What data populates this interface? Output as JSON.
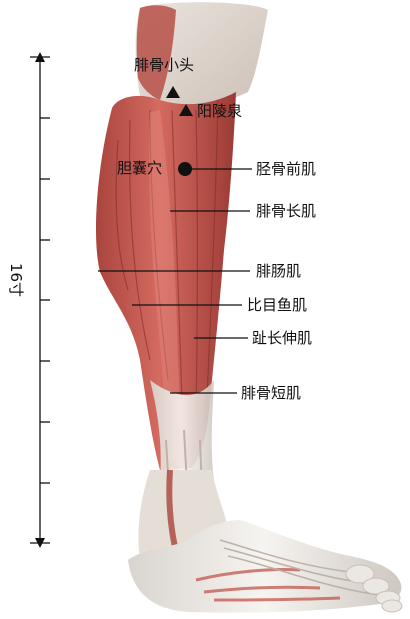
{
  "figure": {
    "scale_label": "16寸",
    "labels": {
      "fibula_head": "腓骨小头",
      "yanglingquan": "阳陵泉",
      "dannangxue": "胆囊穴",
      "tibialis_anterior": "胫骨前肌",
      "peroneus_longus": "腓骨长肌",
      "gastrocnemius": "腓肠肌",
      "soleus": "比目鱼肌",
      "ext_digitorum_longus": "趾长伸肌",
      "peroneus_brevis": "腓骨短肌"
    },
    "colors": {
      "muscle": "#c7574f",
      "muscle_dark": "#9b3b35",
      "tendon": "#e9e6e1",
      "skin_shadow": "#cfc9c3",
      "ink": "#111111"
    }
  }
}
